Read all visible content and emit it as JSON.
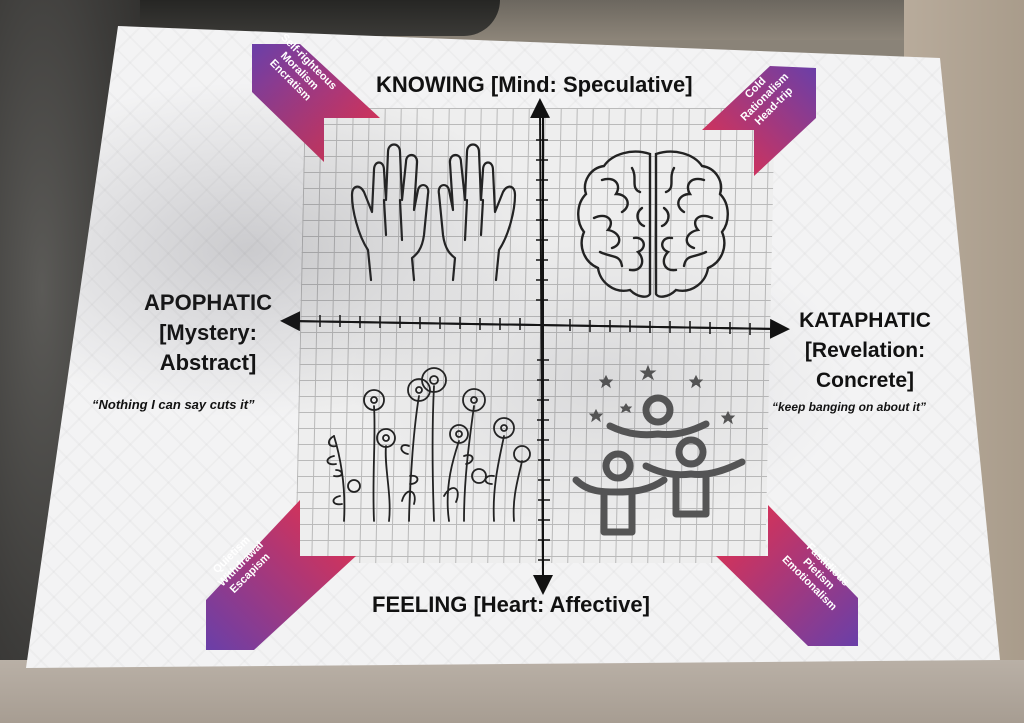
{
  "axes": {
    "top": "KNOWING [Mind: Speculative]",
    "bottom": "FEELING [Heart: Affective]",
    "left_line1": "APOPHATIC",
    "left_line2": "[Mystery:",
    "left_line3": "Abstract]",
    "right_line1": "KATAPHATIC",
    "right_line2": "[Revelation:",
    "right_line3": "Concrete]"
  },
  "quotes": {
    "left": "“Nothing I can say cuts it”",
    "right": "“keep banging on about it”"
  },
  "corners": {
    "top_left": [
      "Self-righteous",
      "Moralism",
      "Encratism"
    ],
    "top_right": [
      "Cold",
      "Rationalism",
      "Head-trip"
    ],
    "bottom_left": [
      "Quietism",
      "Withdrawal",
      "Escapism"
    ],
    "bottom_right": [
      "Fastidious",
      "Pietism",
      "Emotionalism"
    ]
  },
  "icons": {
    "q1": "open-hands-icon",
    "q2": "brain-icon",
    "q3": "wildflowers-icon",
    "q4": "people-cheering-icon"
  },
  "colors": {
    "banner_start": "#e8304a",
    "banner_end": "#6a3fa8",
    "paper": "#f3f3f4",
    "ink": "#111111"
  }
}
